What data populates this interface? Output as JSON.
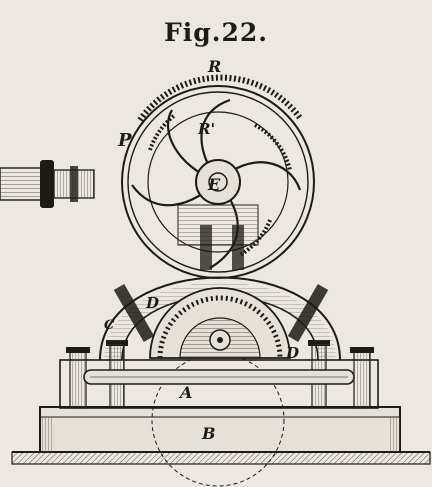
{
  "figure": {
    "title": "Fig.22.",
    "labels": {
      "R": "R",
      "R1": "R'",
      "P": "P",
      "E": "E",
      "D_left": "D",
      "C": "C",
      "D_right": "D",
      "A": "A",
      "B": "B"
    }
  },
  "colors": {
    "paper": "#ece8e1",
    "ink": "#1e1a16",
    "hatch": "#5a534b"
  }
}
